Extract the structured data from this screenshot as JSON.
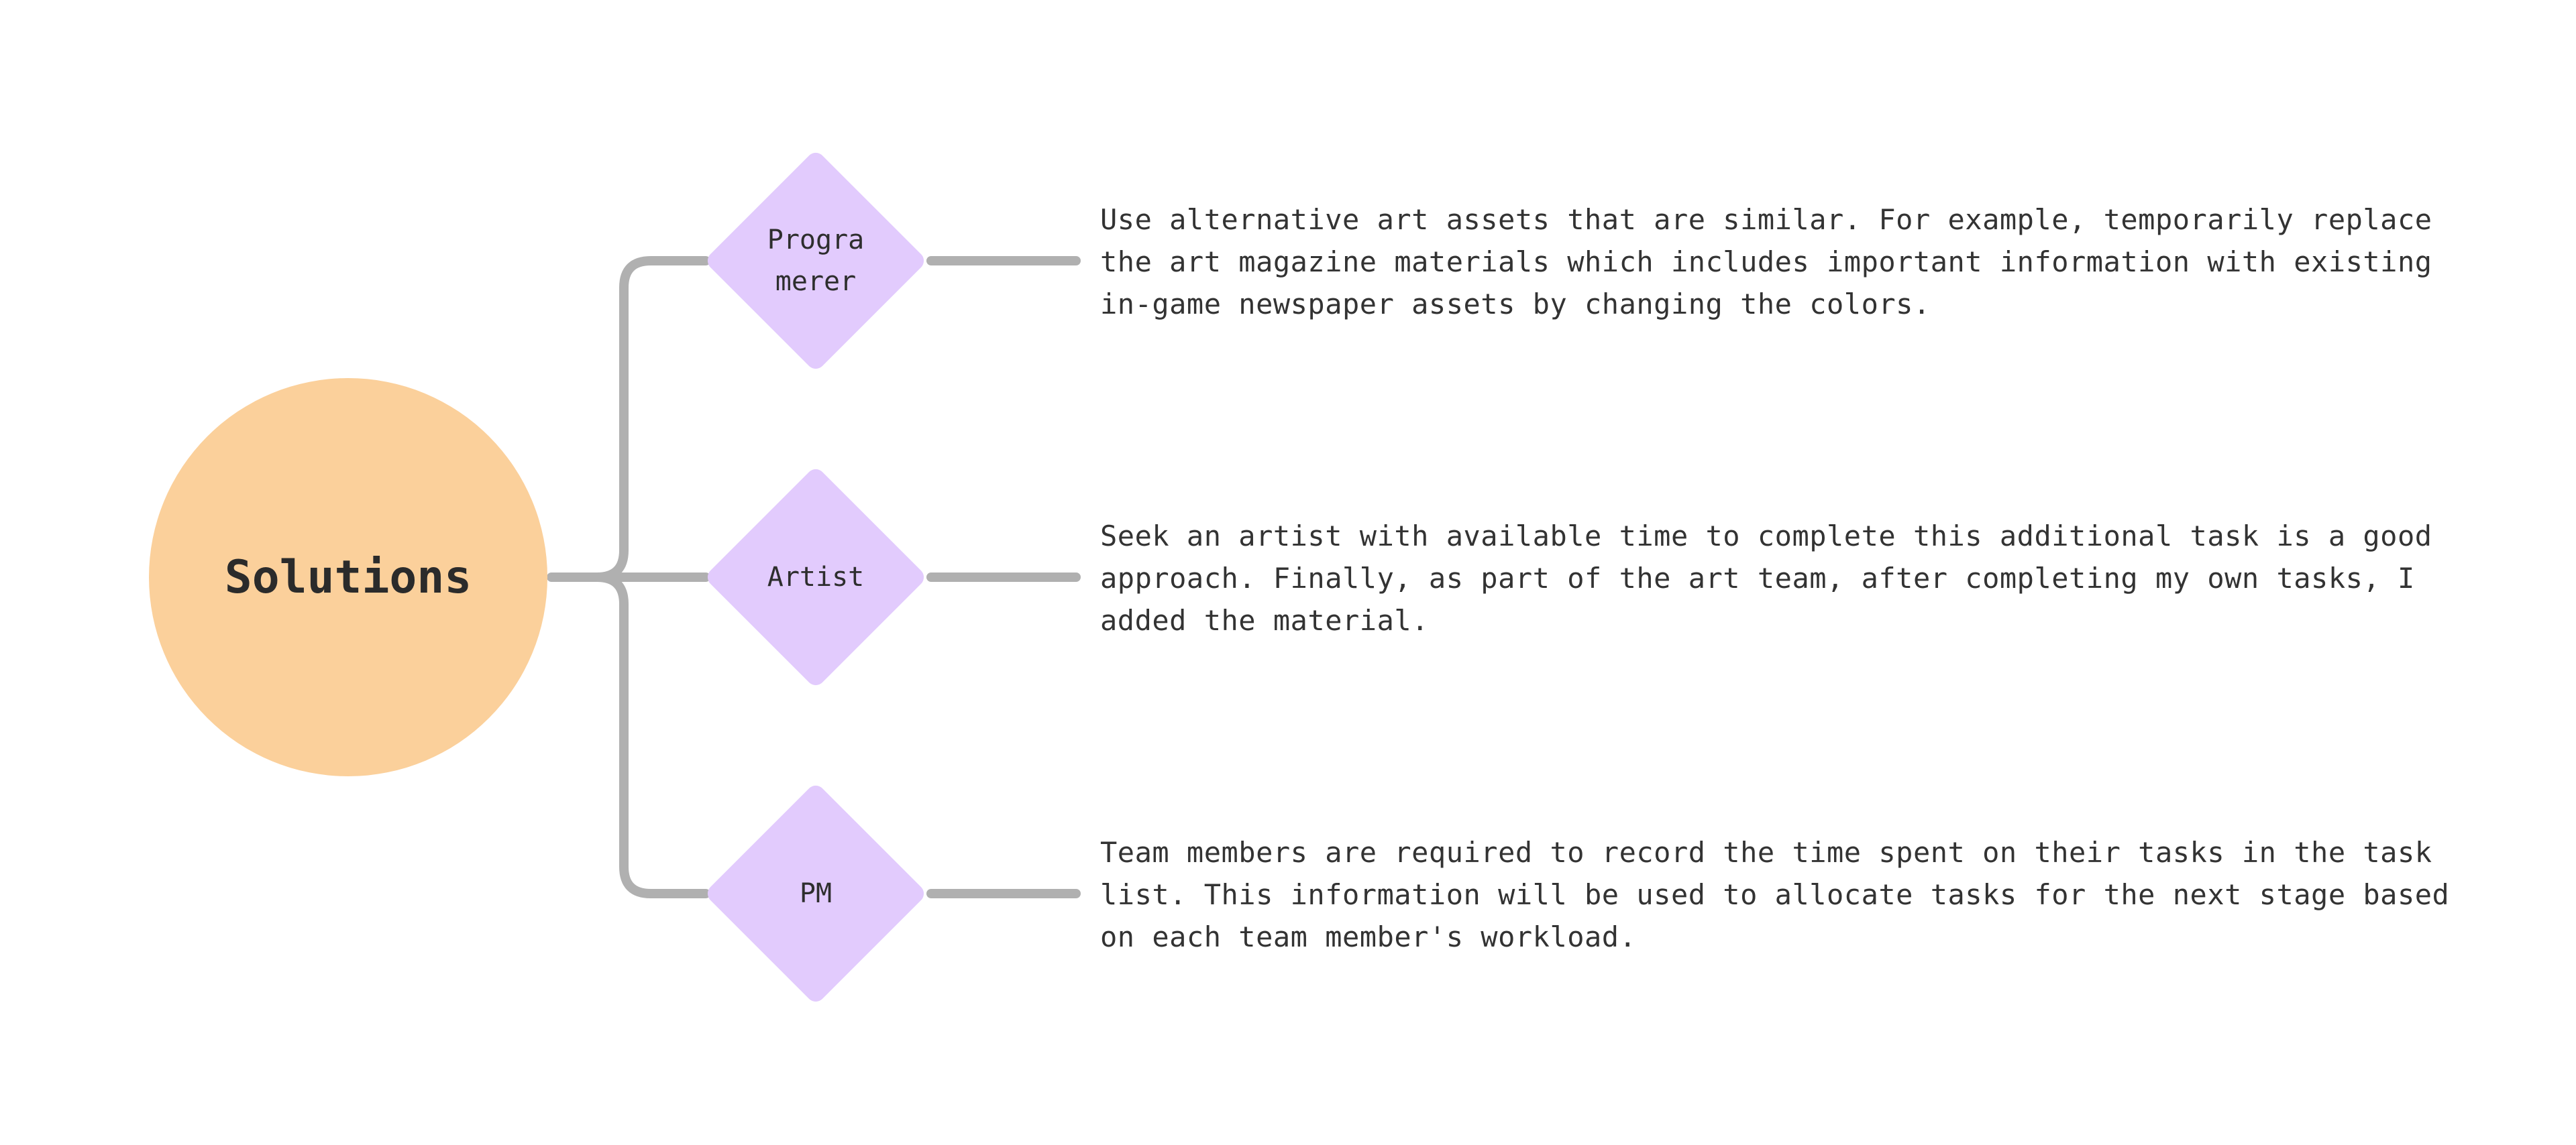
{
  "diagram": {
    "root": {
      "label": "Solutions",
      "color": "#fbd09b"
    },
    "connector_color": "#b0b0b0",
    "branches": [
      {
        "role": "Progra\nmerer",
        "color": "#e2cbfd",
        "description": "Use alternative art assets that are similar. For example, temporarily replace the art magazine materials which includes important information with existing in-game newspaper assets by changing the colors."
      },
      {
        "role": "Artist",
        "color": "#e2cbfd",
        "description": "Seek an artist with available time to complete this additional task is a good approach. Finally, as part of the art team, after completing my own tasks, I added the material."
      },
      {
        "role": "PM",
        "color": "#e2cbfd",
        "description": "Team members are required to record the time spent on their tasks in the task list. This information will be used to allocate tasks for the next stage based on each team member's workload."
      }
    ]
  }
}
